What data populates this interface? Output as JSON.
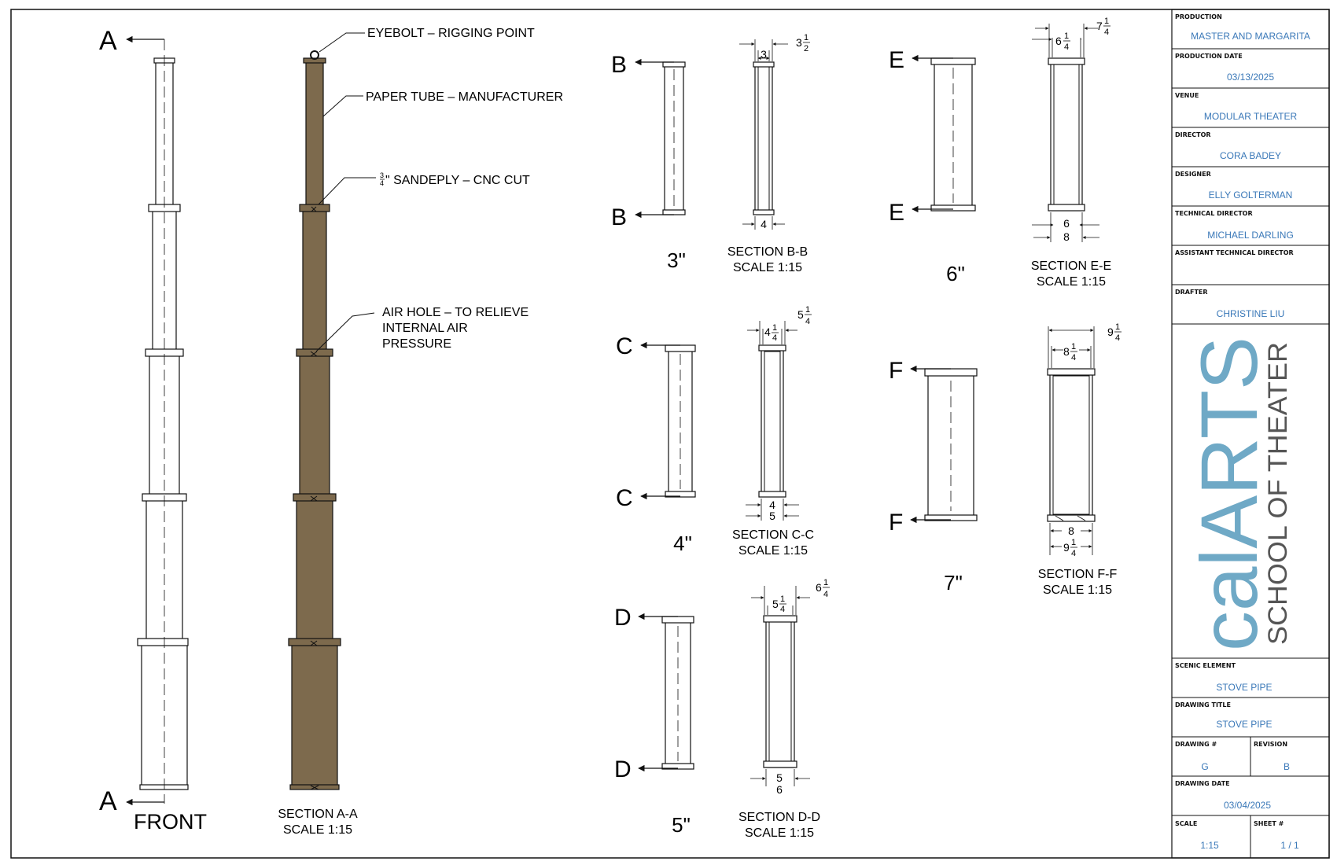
{
  "drawing": {
    "front": {
      "section_letter": "A",
      "title": "FRONT"
    },
    "section_aa": {
      "title": "SECTION A-A",
      "scale": "SCALE 1:15",
      "callouts": {
        "eyebolt": "EYEBOLT – RIGGING POINT",
        "paper_tube": "PAPER TUBE – MANUFACTURER",
        "sandeply_fraction_num": "3",
        "sandeply_fraction_den": "4",
        "sandeply_text": "\" SANDEPLY – CNC CUT",
        "air_hole_1": "AIR HOLE – TO RELIEVE",
        "air_hole_2": "INTERNAL AIR",
        "air_hole_3": "PRESSURE"
      }
    },
    "pipes": [
      {
        "letter": "B",
        "size_label": "3\"",
        "section_title": "SECTION B-B",
        "section_scale": "SCALE 1:15",
        "dim_inner_top": "3",
        "dim_outer_top_whole": "3",
        "dim_outer_top_num": "1",
        "dim_outer_top_den": "2",
        "dim_bottom_1": "4",
        "dim_bottom_2": ""
      },
      {
        "letter": "C",
        "size_label": "4\"",
        "section_title": "SECTION C-C",
        "section_scale": "SCALE 1:15",
        "dim_inner_top": "4",
        "dim_inner_top_num": "1",
        "dim_inner_top_den": "4",
        "dim_outer_top_whole": "5",
        "dim_outer_top_num": "1",
        "dim_outer_top_den": "4",
        "dim_bottom_1": "4",
        "dim_bottom_2": "5"
      },
      {
        "letter": "D",
        "size_label": "5\"",
        "section_title": "SECTION D-D",
        "section_scale": "SCALE 1:15",
        "dim_inner_top": "5",
        "dim_inner_top_num": "1",
        "dim_inner_top_den": "4",
        "dim_outer_top_whole": "6",
        "dim_outer_top_num": "1",
        "dim_outer_top_den": "4",
        "dim_bottom_1": "5",
        "dim_bottom_2": "6"
      },
      {
        "letter": "E",
        "size_label": "6\"",
        "section_title": "SECTION E-E",
        "section_scale": "SCALE 1:15",
        "dim_inner_top": "6",
        "dim_inner_top_num": "1",
        "dim_inner_top_den": "4",
        "dim_outer_top_whole": "7",
        "dim_outer_top_num": "1",
        "dim_outer_top_den": "4",
        "dim_bottom_1": "6",
        "dim_bottom_2": "8"
      },
      {
        "letter": "F",
        "size_label": "7\"",
        "section_title": "SECTION F-F",
        "section_scale": "SCALE 1:15",
        "dim_inner_top": "8",
        "dim_inner_top_num": "1",
        "dim_inner_top_den": "4",
        "dim_outer_top_whole": "9",
        "dim_outer_top_num": "1",
        "dim_outer_top_den": "4",
        "dim_bottom_1": "8",
        "dim_bottom_2": "9",
        "dim_bottom_2_num": "1",
        "dim_bottom_2_den": "4"
      }
    ]
  },
  "title_block": {
    "production_label": "PRODUCTION",
    "production": "MASTER AND MARGARITA",
    "production_date_label": "PRODUCTION DATE",
    "production_date": "03/13/2025",
    "venue_label": "VENUE",
    "venue": "MODULAR THEATER",
    "director_label": "DIRECTOR",
    "director": "CORA BADEY",
    "designer_label": "DESIGNER",
    "designer": "ELLY GOLTERMAN",
    "td_label": "TECHNICAL DIRECTOR",
    "td": "MICHAEL DARLING",
    "atd_label": "ASSISTANT TECHNICAL DIRECTOR",
    "atd": "",
    "drafter_label": "DRAFTER",
    "drafter": "CHRISTINE LIU",
    "logo_main": "calARTS",
    "logo_sub": "SCHOOL OF THEATER",
    "scenic_element_label": "SCENIC ELEMENT",
    "scenic_element": "STOVE PIPE",
    "drawing_title_label": "DRAWING TITLE",
    "drawing_title": "STOVE PIPE",
    "drawing_num_label": "DRAWING #",
    "drawing_num": "G",
    "revision_label": "REVISION",
    "revision": "B",
    "drawing_date_label": "DRAWING DATE",
    "drawing_date": "03/04/2025",
    "scale_label": "SCALE",
    "scale": "1:15",
    "sheet_label": "SHEET #",
    "sheet": "1 / 1"
  },
  "colors": {
    "line": "#111111",
    "tube_fill": "#7d6a4d",
    "title_block_text": "#3a78b8",
    "logo": "#6fa9c6",
    "logo_sub": "#555555"
  }
}
